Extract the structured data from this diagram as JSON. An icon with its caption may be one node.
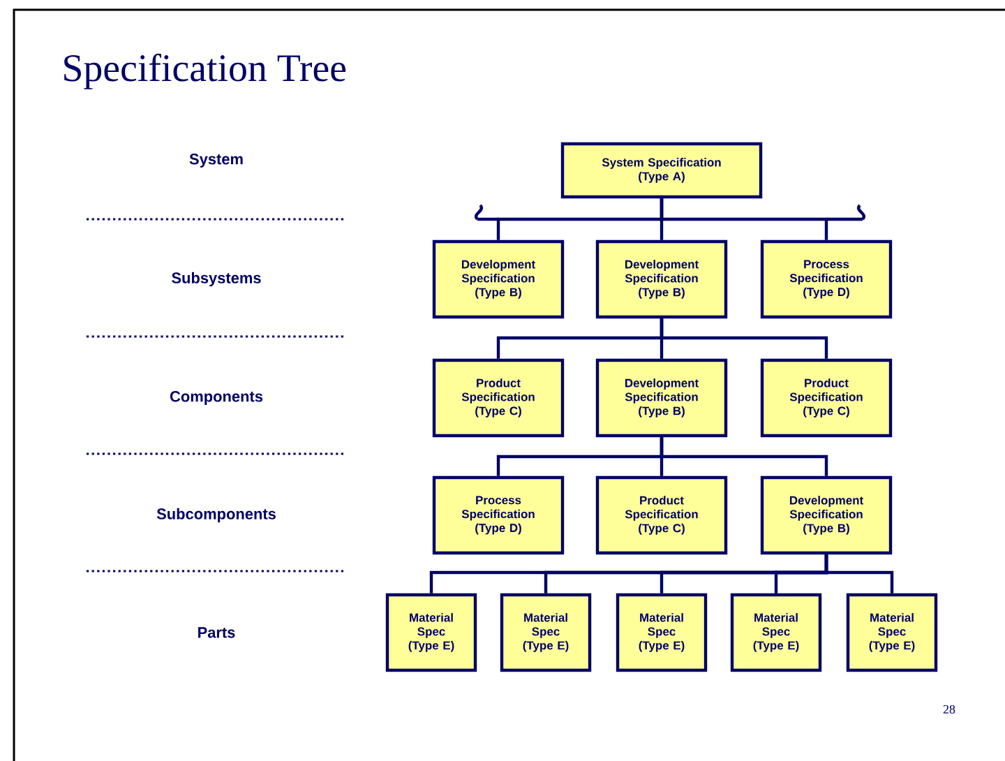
{
  "diagram": {
    "title": "Specification Tree",
    "nodes": [
      {
        "text": [
          "System Specification (Type A)"
        ]
      },
      {
        "text": [
          "Development Specification (Type B)"
        ]
      },
      {
        "text": [
          "Development Specification (Type B)"
        ]
      },
      {
        "text": [
          "Process Specification (Type D)"
        ]
      },
      {
        "text": [
          "Product Specification (Type C)"
        ]
      },
      {
        "text": [
          "Development Specification (Type B)"
        ]
      },
      {
        "text": [
          "Product Specification (Type C)"
        ]
      },
      {
        "text": [
          "Process Specification (Type D)"
        ]
      },
      {
        "text": [
          "Product Specification (Type C)"
        ]
      },
      {
        "text": [
          "Development Specification (Type B)"
        ]
      },
      {
        "text": [
          "Material Spec (Type E)"
        ]
      },
      {
        "text": [
          "Material Spec (Type E)"
        ]
      },
      {
        "text": [
          "Material Spec (Type E)"
        ]
      },
      {
        "text": [
          "Material Spec (Type E)"
        ]
      },
      {
        "text": [
          "Material Spec (Type E)"
        ]
      }
    ],
    "edges": [
      {
        "from": 0,
        "to": 1,
        "arrow": "none"
      },
      {
        "from": 0,
        "to": 2,
        "arrow": "none"
      },
      {
        "from": 0,
        "to": 3,
        "arrow": "none"
      },
      {
        "from": 2,
        "to": 4,
        "arrow": "none"
      },
      {
        "from": 2,
        "to": 5,
        "arrow": "none"
      },
      {
        "from": 2,
        "to": 6,
        "arrow": "none"
      },
      {
        "from": 5,
        "to": 7,
        "arrow": "none"
      },
      {
        "from": 5,
        "to": 8,
        "arrow": "none"
      },
      {
        "from": 5,
        "to": 9,
        "arrow": "none"
      },
      {
        "from": 9,
        "to": 10,
        "arrow": "none"
      },
      {
        "from": 9,
        "to": 11,
        "arrow": "none"
      },
      {
        "from": 9,
        "to": 12,
        "arrow": "none"
      },
      {
        "from": 9,
        "to": 13,
        "arrow": "none"
      },
      {
        "from": 9,
        "to": 14,
        "arrow": "none"
      }
    ],
    "labels": [
      "System",
      "Subsystems",
      "Components",
      "Subcomponents",
      "Parts",
      "28"
    ]
  }
}
